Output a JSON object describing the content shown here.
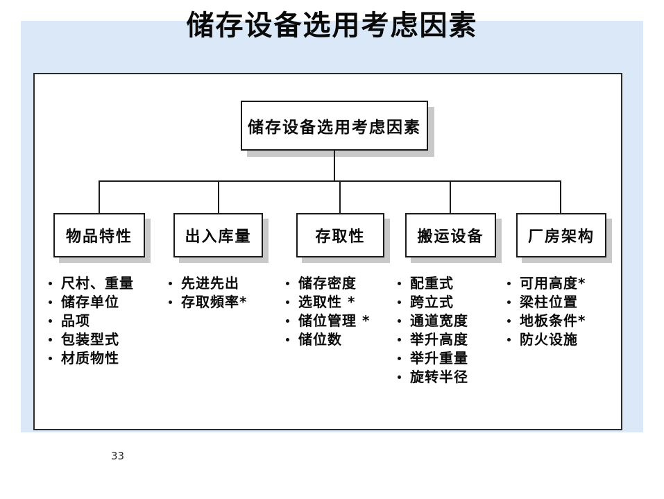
{
  "slide": {
    "title": "储存设备选用考虑因素",
    "page_number": "33"
  },
  "tree": {
    "root_label": "储存设备选用考虑因素",
    "branches": [
      {
        "label": "物品特性",
        "items": [
          "尺村、重量",
          "储存单位",
          "品项",
          "包装型式",
          "材质物性"
        ]
      },
      {
        "label": "出入库量",
        "items": [
          "先进先出",
          "存取頻率*"
        ]
      },
      {
        "label": "存取性",
        "items": [
          "储存密度",
          "选取性 *",
          "储位管理 *",
          "储位数"
        ]
      },
      {
        "label": "搬运设备",
        "items": [
          "配重式",
          "跨立式",
          "通道宽度",
          "举升高度",
          "举升重量",
          "旋转半径"
        ]
      },
      {
        "label": "厂房架构",
        "items": [
          "可用高度*",
          "梁柱位置",
          "地板条件*",
          "防火设施"
        ]
      }
    ]
  },
  "colors": {
    "panel_blue": "#dbe8f7",
    "shadow_gray": "#c9c9c9",
    "line_black": "#1a1a1a"
  }
}
